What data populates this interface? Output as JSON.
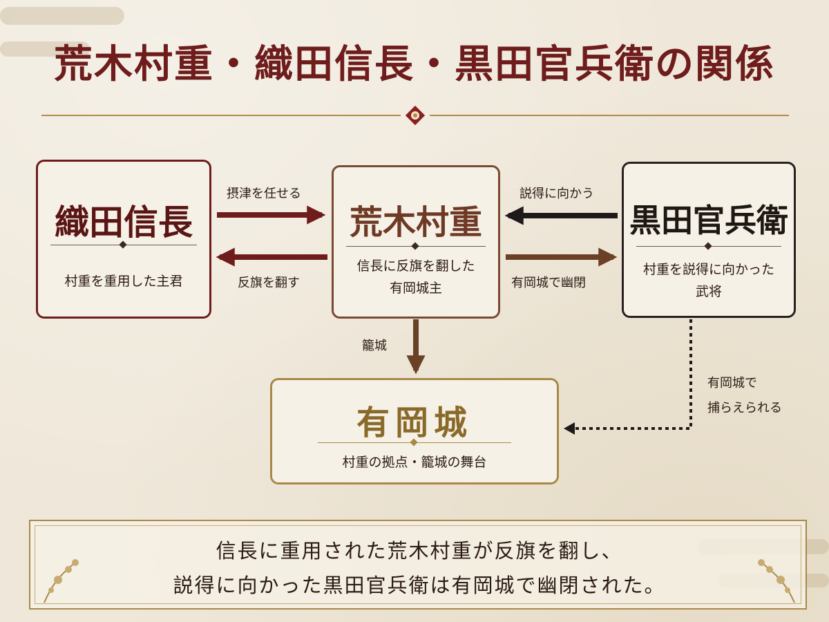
{
  "title": "荒木村重・織田信長・黒田官兵衛の関係",
  "nodes": {
    "oda": {
      "name": "織田信長",
      "desc": [
        "村重を重用した主君"
      ]
    },
    "araki": {
      "name": "荒木村重",
      "desc": [
        "信長に反旗を翻した",
        "有岡城主"
      ]
    },
    "kuroda": {
      "name": "黒田官兵衛",
      "desc": [
        "村重を説得に向かった",
        "武将"
      ]
    },
    "castle": {
      "name": "有岡城",
      "desc": [
        "村重の拠点・籠城の舞台"
      ]
    }
  },
  "edges": {
    "oda_to_araki": "摂津を任せる",
    "araki_to_oda": "反旗を翻す",
    "kuroda_to_araki": "説得に向かう",
    "araki_to_kuroda": "有岡城で幽閉",
    "araki_to_castle": "籠城",
    "kuroda_to_castle": [
      "有岡城で",
      "捕らえられる"
    ]
  },
  "summary": [
    "信長に重用された荒木村重が反旗を翻し、",
    "説得に向かった黒田官兵衛は有岡城で幽閉された。"
  ],
  "colors": {
    "title": "#6e1c1c",
    "oda": "#6e1c1c",
    "araki": "#7a4a30",
    "kuroda": "#2a2020",
    "castle": "#a88848"
  }
}
